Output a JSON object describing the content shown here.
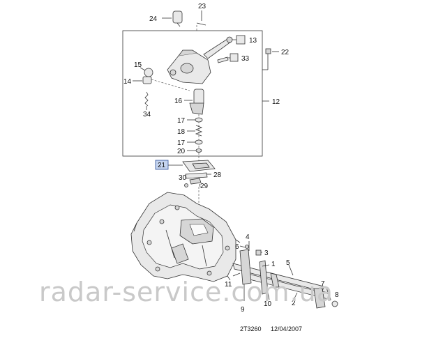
{
  "colors": {
    "highlight_fill": "#c5d4ef",
    "highlight_stroke": "#2d4f9a",
    "watermark": "#c9c9c9"
  },
  "labels": {
    "l1": "1",
    "l2": "2",
    "l3": "3",
    "l4": "4",
    "l5": "5",
    "l6": "6",
    "l7": "7",
    "l8": "8",
    "l9": "9",
    "l10": "10",
    "l11": "11",
    "l12": "12",
    "l13": "13",
    "l14": "14",
    "l15": "15",
    "l16": "16",
    "l17a": "17",
    "l17b": "17",
    "l18": "18",
    "l20": "20",
    "l21": "21",
    "l22": "22",
    "l23": "23",
    "l24": "24",
    "l28": "28",
    "l29": "29",
    "l30": "30",
    "l33": "33",
    "l34": "34"
  },
  "watermark": "radar-service.com.ua",
  "footer": {
    "code": "2T3260",
    "date": "12/04/2007"
  }
}
